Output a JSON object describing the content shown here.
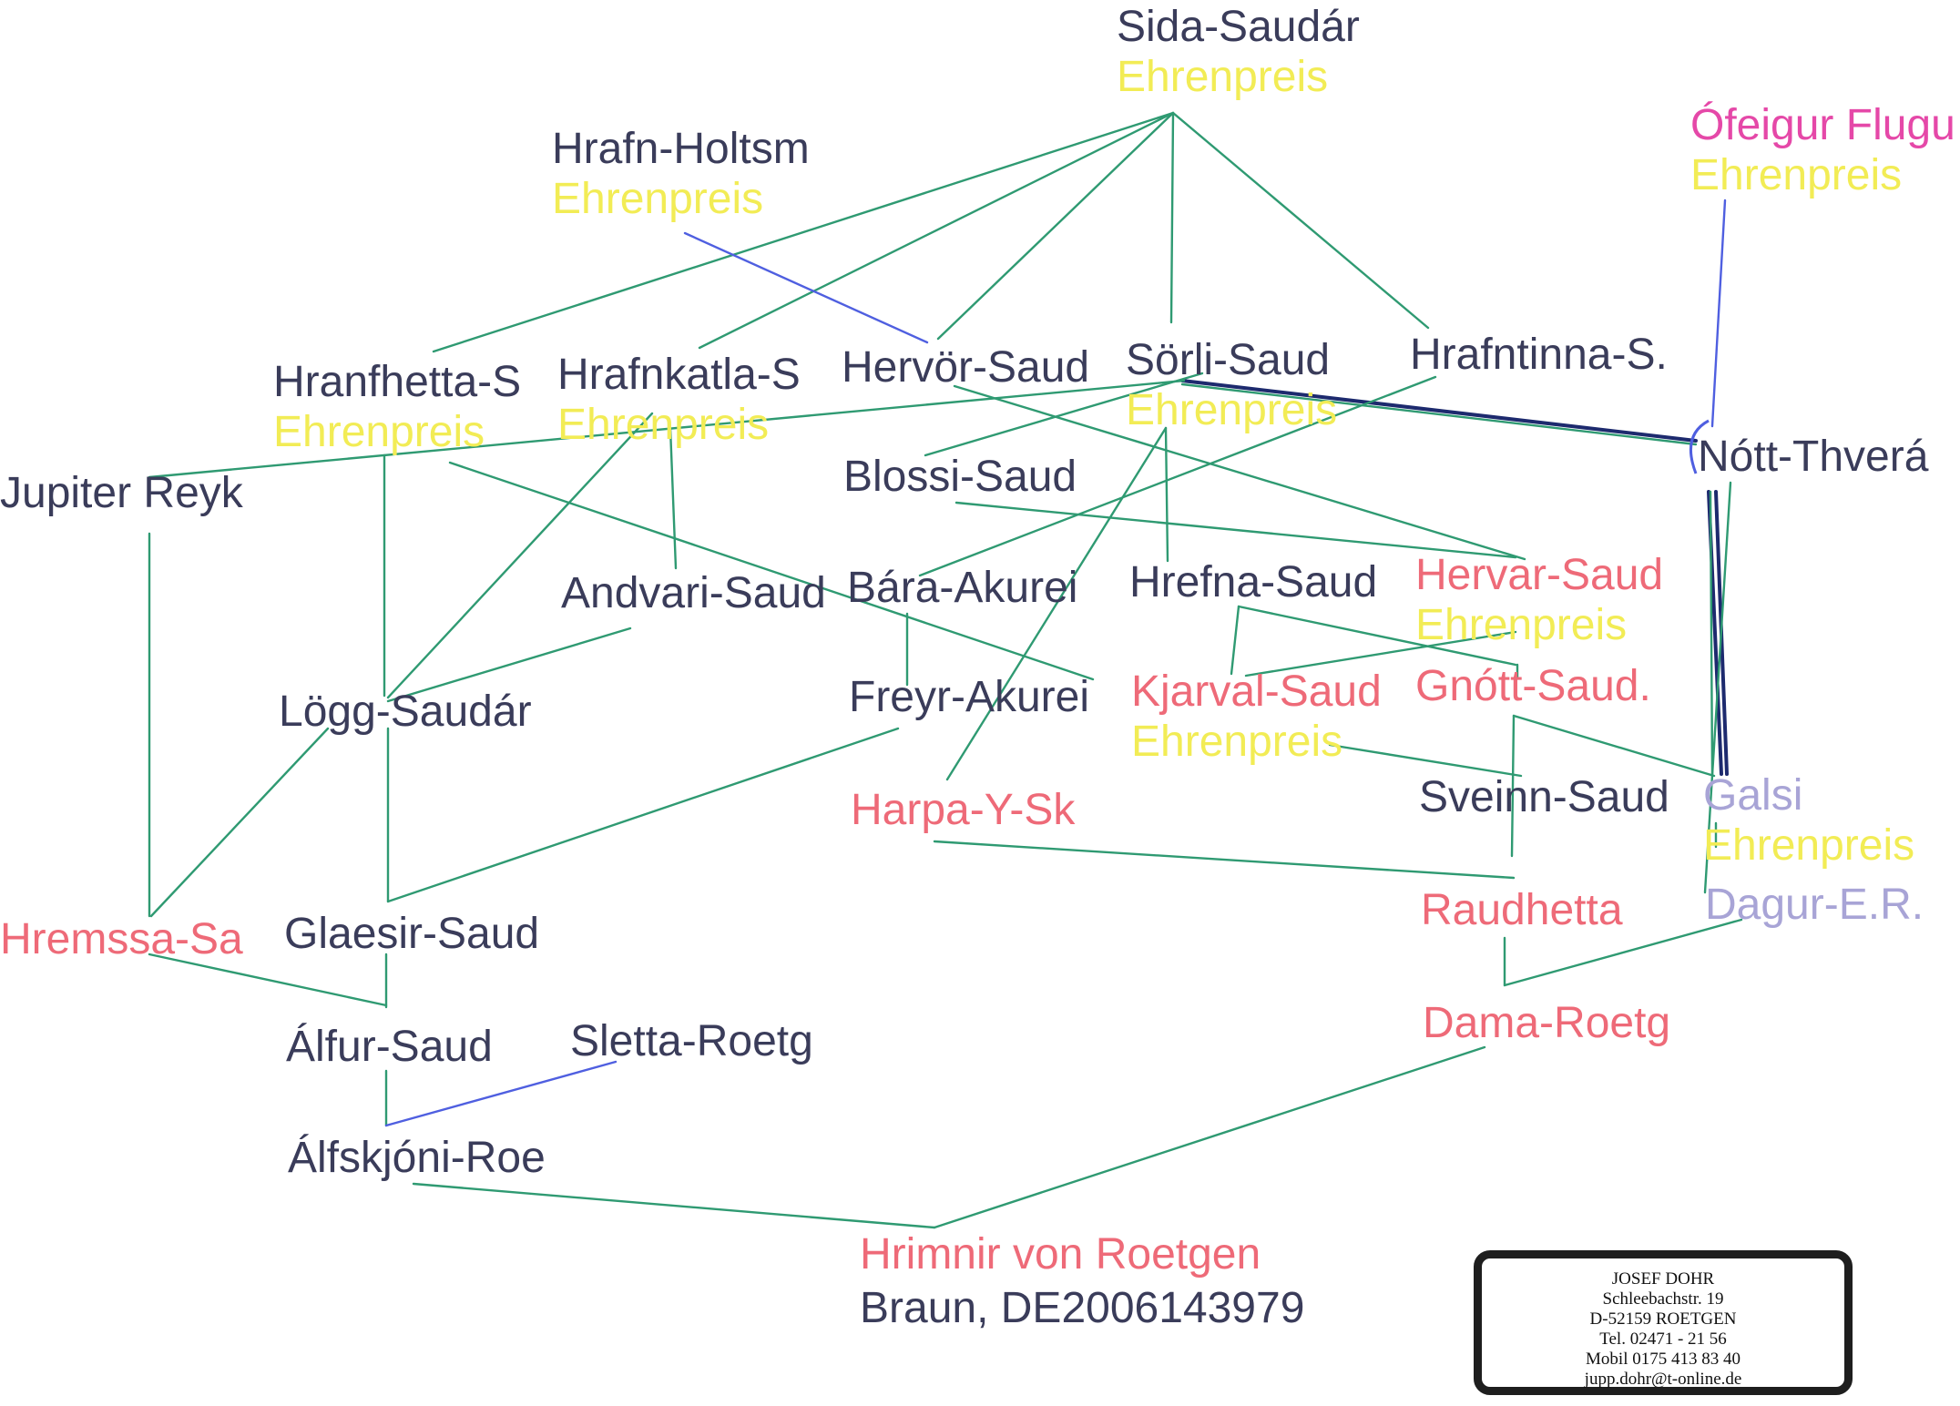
{
  "colors": {
    "dark": "#3a3c5a",
    "award": "#f2ec55",
    "red": "#ee6a78",
    "magenta": "#e548a8",
    "lavender": "#a8a4d6",
    "green": "#2f9a72",
    "blue": "#4f5fe0",
    "navy": "#1d2a6e"
  },
  "nodes": {
    "sida": {
      "name": "Sida-Saudár",
      "award": "Ehrenpreis"
    },
    "hrafnholtsm": {
      "name": "Hrafn-Holtsm",
      "award": "Ehrenpreis"
    },
    "ofeigur": {
      "name": "Ófeigur Flugu",
      "award": "Ehrenpreis"
    },
    "hranfhetta": {
      "name": "Hranfhetta-S",
      "award": "Ehrenpreis"
    },
    "hrafnkatla": {
      "name": "Hrafnkatla-S",
      "award": "Ehrenpreis"
    },
    "hervor": {
      "name": "Hervör-Saud"
    },
    "sorli": {
      "name": "Sörli-Saud",
      "award": "Ehrenpreis"
    },
    "hrafntinna": {
      "name": "Hrafntinna-S."
    },
    "nott": {
      "name": "Nótt-Thverá"
    },
    "jupiter": {
      "name": "Jupiter Reyk"
    },
    "blossi": {
      "name": "Blossi-Saud"
    },
    "andvari": {
      "name": "Andvari-Saud"
    },
    "bara": {
      "name": "Bára-Akurei"
    },
    "hrefna": {
      "name": "Hrefna-Saud"
    },
    "hervar": {
      "name": "Hervar-Saud",
      "award": "Ehrenpreis"
    },
    "logg": {
      "name": "Lögg-Saudár"
    },
    "freyr": {
      "name": "Freyr-Akurei"
    },
    "kjarval": {
      "name": "Kjarval-Saud",
      "award": "Ehrenpreis"
    },
    "gnott": {
      "name": "Gnótt-Saud."
    },
    "harpa": {
      "name": "Harpa-Y-Sk"
    },
    "sveinn": {
      "name": "Sveinn-Saud"
    },
    "galsi": {
      "name": "Galsi",
      "award": "Ehrenpreis"
    },
    "dagur": {
      "name": "Dagur-E.R."
    },
    "hremssa": {
      "name": "Hremssa-Sa"
    },
    "glaesir": {
      "name": "Glaesir-Saud"
    },
    "raudhetta": {
      "name": "Raudhetta"
    },
    "alfur": {
      "name": "Álfur-Saud"
    },
    "sletta": {
      "name": "Sletta-Roetg"
    },
    "dama": {
      "name": "Dama-Roetg"
    },
    "alfskjoni": {
      "name": "Álfskjóni-Roe"
    },
    "hrimnir": {
      "name": "Hrimnir von Roetgen",
      "detail": "Braun, DE2006143979"
    }
  },
  "stamp": {
    "line1": "JOSEF  DOHR",
    "line2": "Schleebachstr.  19",
    "line3": "D-52159  ROETGEN",
    "line4": "Tel.  02471 - 21 56",
    "line5": "Mobil  0175  413 83 40",
    "line6": "jupp.dohr@t-online.de"
  }
}
